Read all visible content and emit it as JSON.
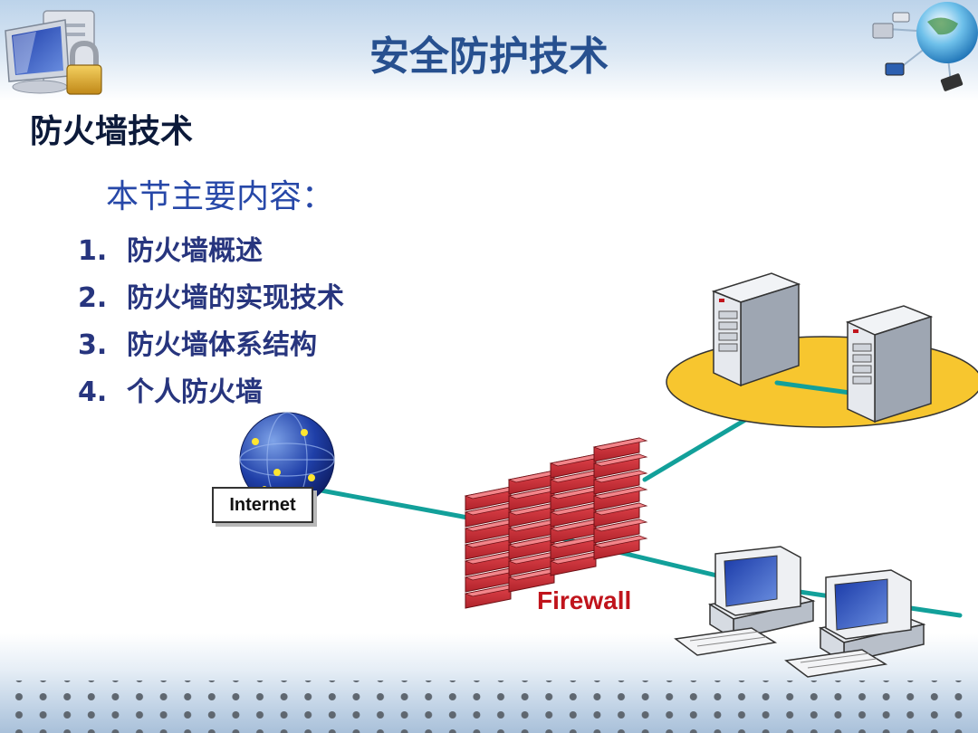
{
  "slide": {
    "title": "安全防护技术",
    "section_heading": "防火墙技术",
    "subheading": "本节主要内容：",
    "items": [
      {
        "number": "1.",
        "text": "防火墙概述"
      },
      {
        "number": "2.",
        "text": "防火墙的实现技术"
      },
      {
        "number": "3.",
        "text": "防火墙体系结构"
      },
      {
        "number": "4.",
        "text": "个人防火墙"
      }
    ]
  },
  "diagram": {
    "internet_label": "Internet",
    "firewall_label": "Firewall"
  },
  "colors": {
    "title": "#27508f",
    "list_text": "#27357e",
    "link_line": "#12a09a",
    "firewall_brick": "#d23038",
    "firewall_label": "#c0141c",
    "server_zone": "#f7c62f"
  },
  "icons": [
    "monitor-lock-icon",
    "globe-network-icon",
    "globe-icon",
    "server-icon",
    "firewall-icon",
    "workstation-icon"
  ]
}
